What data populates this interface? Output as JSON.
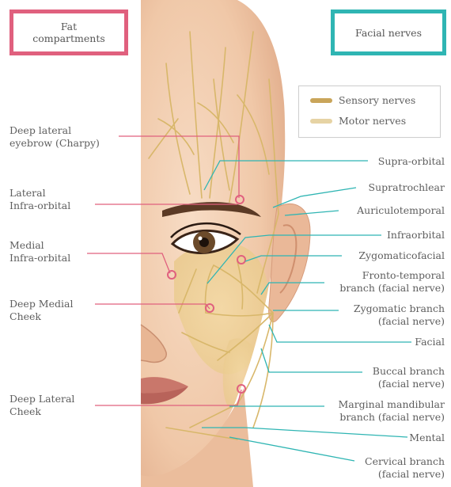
{
  "headers": {
    "fat_compartments": "Fat\ncompartments",
    "facial_nerves": "Facial nerves"
  },
  "legend": {
    "sensory": "Sensory nerves",
    "motor": "Motor nerves",
    "sensory_color": "#c9a55a",
    "motor_color": "#e6d3a4"
  },
  "fat_labels": [
    "Deep lateral\neyebrow (Charpy)",
    "Lateral\nInfra-orbital",
    "Medial\nInfra-orbital",
    "Deep Medial\nCheek",
    "Deep Lateral\nCheek"
  ],
  "nerve_labels": [
    "Supra-orbital",
    "Supratrochlear",
    "Auriculotemporal",
    "Infraorbital",
    "Zygomaticofacial",
    "Fronto-temporal\nbranch (facial nerve)",
    "Zygomatic branch\n(facial nerve)",
    "Facial",
    "Buccal branch\n(facial nerve)",
    "Marginal mandibular\nbranch (facial nerve)",
    "Mental",
    "Cervical branch\n(facial nerve)"
  ],
  "colors": {
    "fat_accent": "#e0607e",
    "nerve_accent": "#2fb5b3",
    "skin": "#f2cdb0",
    "nerve": "#d8b76a"
  }
}
